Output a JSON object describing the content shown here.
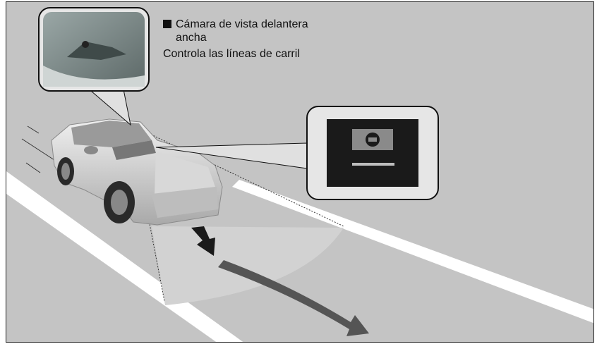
{
  "caption": {
    "title_line1": "Cámara de vista delantera",
    "title_line2": "ancha",
    "description": "Controla las líneas de carril"
  },
  "colors": {
    "background": "#c4c4c4",
    "lane_marking": "#ffffff",
    "guidance_arrow": "#555555",
    "monitor_screen": "#1a1a1a"
  },
  "icons": {
    "monitor_warning": "lane-keeping-warning-icon",
    "camera": "camera-icon",
    "direction_arrow": "direction-arrow-icon",
    "curved_arrow": "curved-trajectory-arrow-icon"
  }
}
